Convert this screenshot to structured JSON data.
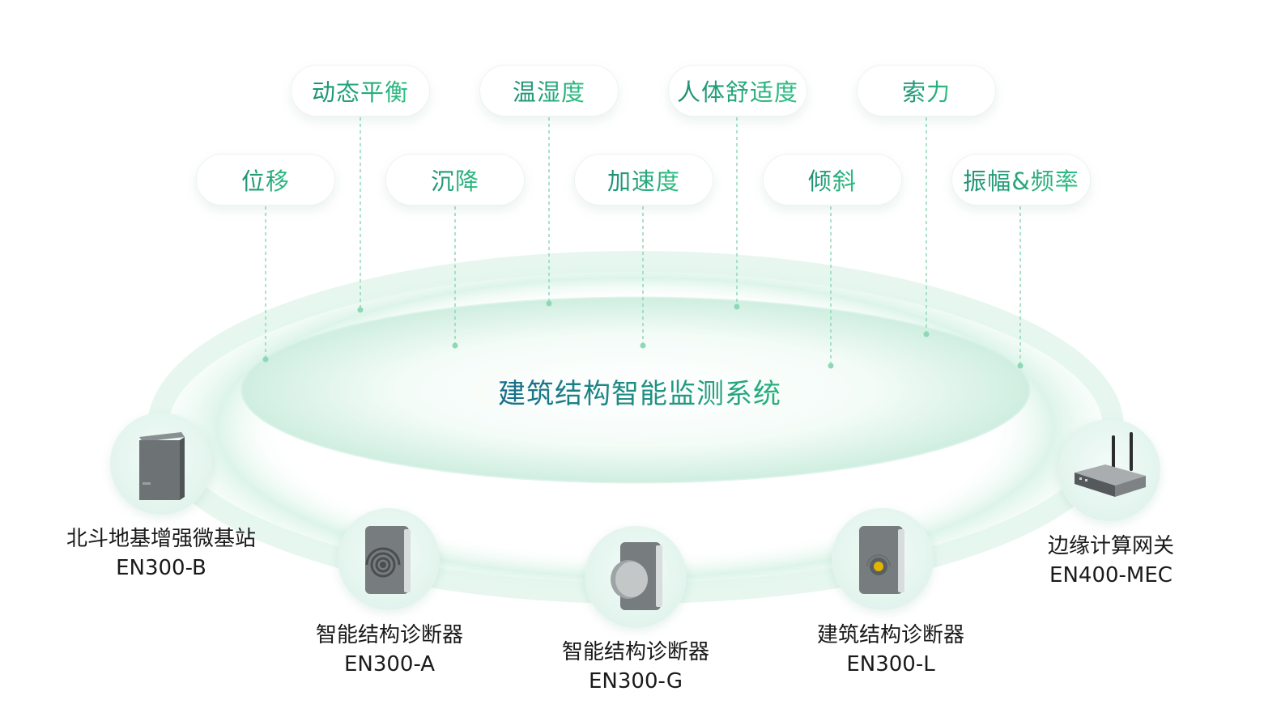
{
  "center_title": "建筑结构智能监测系统",
  "metrics_top": [
    "动态平衡",
    "温湿度",
    "人体舒适度",
    "索力"
  ],
  "metrics_bottom": [
    "位移",
    "沉降",
    "加速度",
    "倾斜",
    "振幅&频率"
  ],
  "devices": [
    {
      "name": "北斗地基增强微基站",
      "model": "EN300-B",
      "icon": "cabinet-icon"
    },
    {
      "name": "智能结构诊断器",
      "model": "EN300-A",
      "icon": "sensor-wave-icon"
    },
    {
      "name": "智能结构诊断器",
      "model": "EN300-G",
      "icon": "sensor-knob-icon"
    },
    {
      "name": "建筑结构诊断器",
      "model": "EN300-L",
      "icon": "sensor-dot-icon"
    },
    {
      "name": "边缘计算网关",
      "model": "EN400-MEC",
      "icon": "router-icon"
    }
  ],
  "colors": {
    "accent_start": "#1e8f73",
    "accent_end": "#2cbf82",
    "ring": "#d7f1e5",
    "dash": "#8fd8b5"
  }
}
